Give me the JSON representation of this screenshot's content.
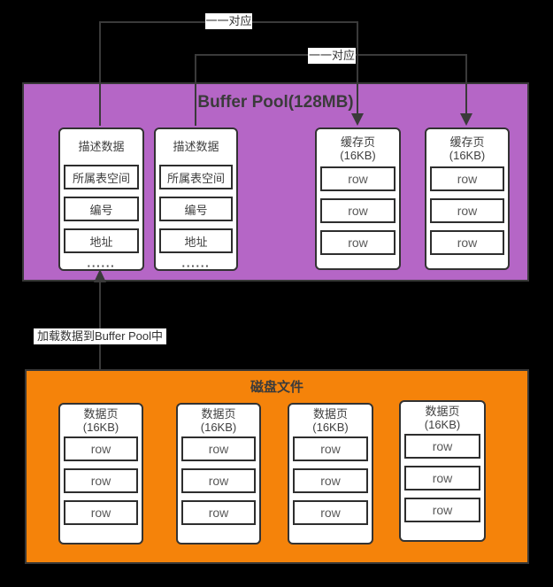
{
  "colors": {
    "canvas_bg": "#000000",
    "buffer_pool_bg": "#b566c6",
    "disk_file_bg": "#f5830a",
    "line_color": "#3a3a3a",
    "box_border": "#333333"
  },
  "connectors": {
    "mapping_label_1": "一一对应",
    "mapping_label_2": "一一对应",
    "load_label": "加载数据到Buffer Pool中"
  },
  "buffer_pool": {
    "title": "Buffer Pool(128MB)",
    "desc_boxes": [
      {
        "title": "描述数据",
        "fields": [
          "所属表空间",
          "编号",
          "地址"
        ],
        "ellipsis": "······"
      },
      {
        "title": "描述数据",
        "fields": [
          "所属表空间",
          "编号",
          "地址"
        ],
        "ellipsis": "······"
      }
    ],
    "cache_pages": [
      {
        "title": "缓存页",
        "size": "(16KB)",
        "rows": [
          "row",
          "row",
          "row"
        ]
      },
      {
        "title": "缓存页",
        "size": "(16KB)",
        "rows": [
          "row",
          "row",
          "row"
        ]
      }
    ]
  },
  "disk_file": {
    "title": "磁盘文件",
    "data_pages": [
      {
        "title": "数据页",
        "size": "(16KB)",
        "rows": [
          "row",
          "row",
          "row"
        ]
      },
      {
        "title": "数据页",
        "size": "(16KB)",
        "rows": [
          "row",
          "row",
          "row"
        ]
      },
      {
        "title": "数据页",
        "size": "(16KB)",
        "rows": [
          "row",
          "row",
          "row"
        ]
      },
      {
        "title": "数据页",
        "size": "(16KB)",
        "rows": [
          "row",
          "row",
          "row"
        ]
      }
    ]
  }
}
